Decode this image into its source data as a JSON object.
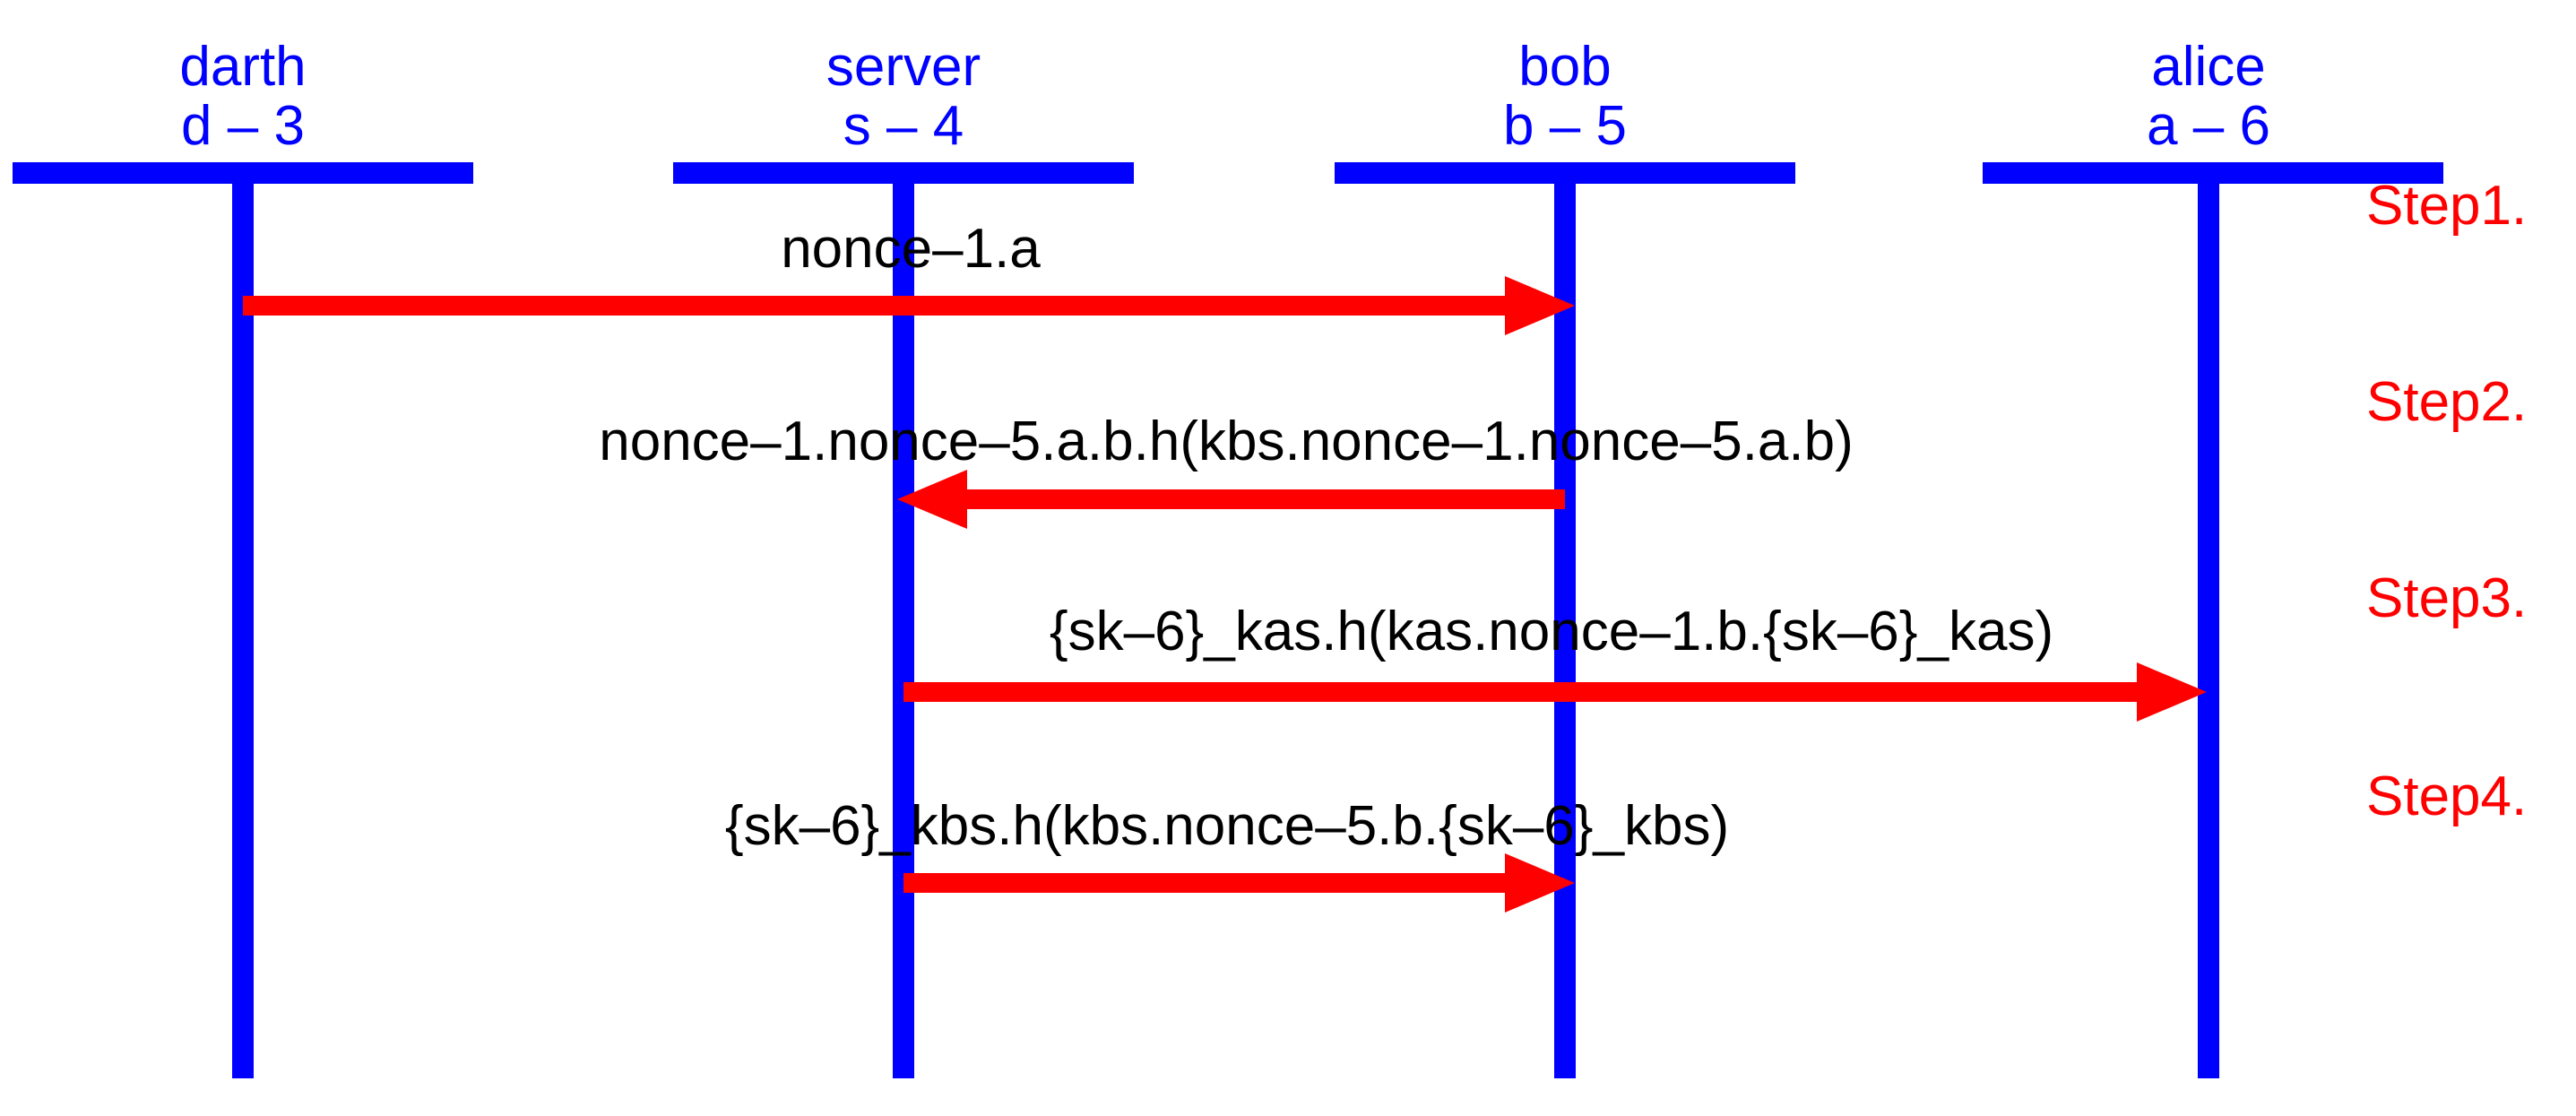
{
  "diagram": {
    "type": "protocol-sequence-diagram",
    "colors": {
      "actor": "#0000ff",
      "arrow": "#ff0000",
      "step_label": "#ff0000",
      "message_text": "#000000",
      "background": "#ffffff"
    },
    "actors": [
      {
        "name": "darth",
        "instance": "d – 3"
      },
      {
        "name": "server",
        "instance": "s – 4"
      },
      {
        "name": "bob",
        "instance": "b – 5"
      },
      {
        "name": "alice",
        "instance": "a – 6"
      }
    ],
    "messages": [
      {
        "step": "Step1.",
        "from": "darth",
        "to": "bob",
        "direction": "right",
        "label": "nonce–1.a"
      },
      {
        "step": "Step2.",
        "from": "bob",
        "to": "server",
        "direction": "left",
        "label": "nonce–1.nonce–5.a.b.h(kbs.nonce–1.nonce–5.a.b)"
      },
      {
        "step": "Step3.",
        "from": "server",
        "to": "alice",
        "direction": "right",
        "label": "{sk–6}_kas.h(kas.nonce–1.b.{sk–6}_kas)"
      },
      {
        "step": "Step4.",
        "from": "server",
        "to": "bob",
        "direction": "right",
        "label": "{sk–6}_kbs.h(kbs.nonce–5.b.{sk–6}_kbs)"
      }
    ],
    "step_labels": [
      "Step1.",
      "Step2.",
      "Step3.",
      "Step4."
    ]
  }
}
